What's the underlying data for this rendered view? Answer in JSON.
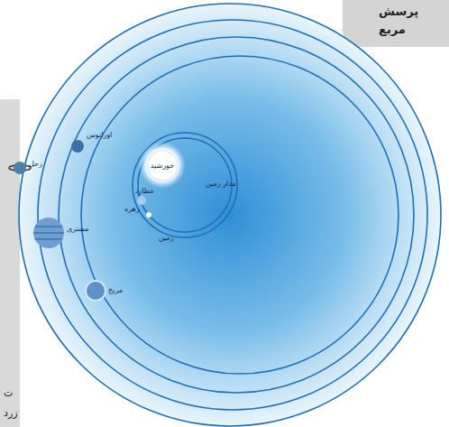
{
  "diagram": {
    "nodes": [
      {
        "text": [
          "خورشید"
        ]
      }
    ],
    "labels": [
      "پرسش",
      "مربع",
      "زحل",
      "اورانوس",
      "مشتری",
      "مریخ",
      "زهره",
      "عطارد",
      "زمین",
      "مدار زمین",
      "ت",
      "زرد"
    ]
  }
}
